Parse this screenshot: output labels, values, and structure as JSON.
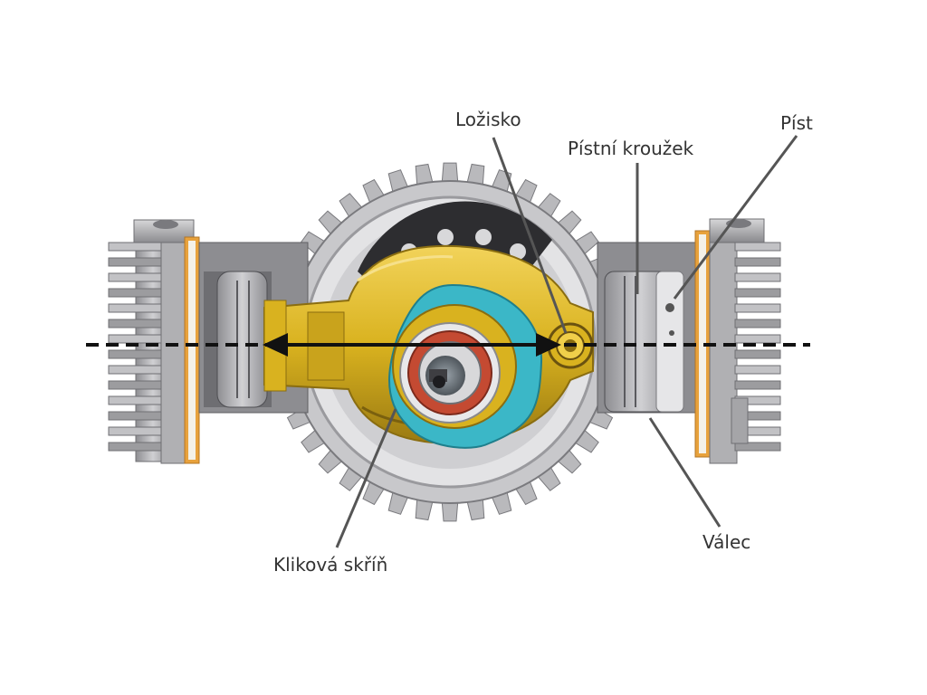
{
  "labels": {
    "bearing": "Ložisko",
    "piston": "Píst",
    "piston_ring": "Pístní kroužek",
    "cylinder": "Válec",
    "crankcase": "Kliková skříň"
  },
  "colors": {
    "housing": "#a8a8ab",
    "housing_dark": "#6f6f73",
    "fins": "#b5b5b8",
    "connecting_rod": "#d9b21f",
    "connecting_rod_dark": "#8a6d10",
    "eccentric_ring": "#3bb7c7",
    "bearing_red": "#c44a32",
    "gasket": "#e8a23c",
    "leader_line": "#555555",
    "arrow": "#111111"
  }
}
